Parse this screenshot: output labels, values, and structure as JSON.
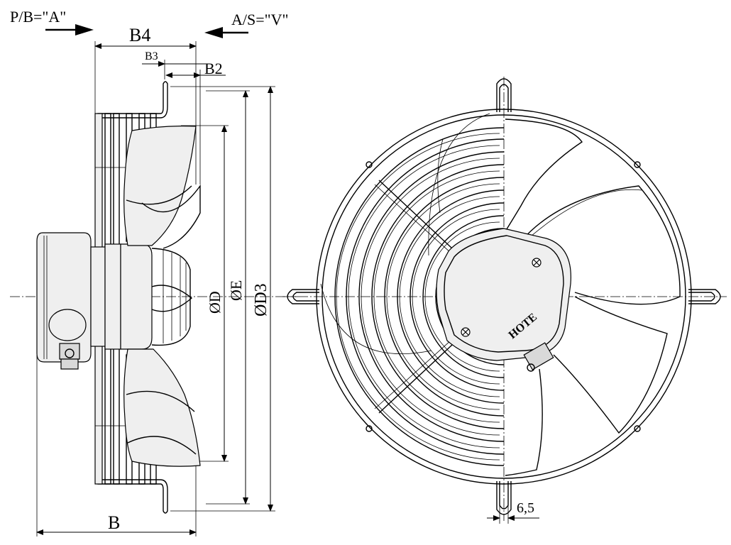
{
  "labels": {
    "pb": "P/B=\"A\"",
    "as": "A/S=\"V\"",
    "b4": "B4",
    "b3": "B3",
    "b2": "B2",
    "b": "B",
    "d": "ØD",
    "e": "ØE",
    "d3": "ØD3",
    "dim65": "6,5",
    "logo": "HOTE"
  },
  "icons": {
    "arrow_right": "arrow-right-icon",
    "arrow_left": "arrow-left-icon"
  }
}
